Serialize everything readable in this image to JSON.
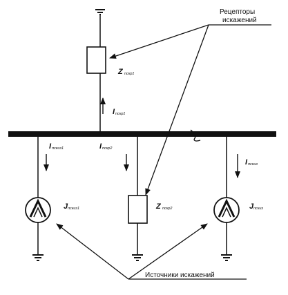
{
  "labels": {
    "receptors_line1": "Рецепторы",
    "receptors_line2": "искажений",
    "sources": "Источники искажений",
    "z_load1_main": "Z",
    "z_load1_sub": "пскр1",
    "z_load2_main": "Z",
    "z_load2_sub": "пскр2",
    "i_load1_main": "I",
    "i_load1_sub": "пскр1",
    "i_src1_main": "I",
    "i_src1_sub": "пскиз1",
    "i_load2_main": "I",
    "i_load2_sub": "пскр2",
    "i_src2_main": "I",
    "i_src2_sub": "пскиз",
    "j_src1_main": "J",
    "j_src1_sub": "пскиз1",
    "j_src2_main": "J",
    "j_src2_sub": "пскиз"
  },
  "colors": {
    "ink": "#111111",
    "background": "#ffffff"
  },
  "icons": [
    "ground-symbol",
    "current-source-symbol",
    "impedance-box",
    "current-arrow",
    "bus-break-mark"
  ]
}
